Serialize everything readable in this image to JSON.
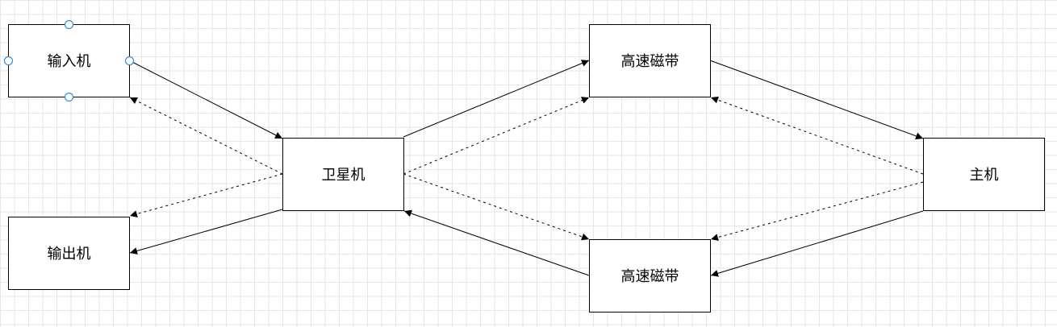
{
  "nodes": {
    "input": {
      "label": "输入机"
    },
    "output": {
      "label": "输出机"
    },
    "satellite": {
      "label": "卫星机"
    },
    "tape_top": {
      "label": "高速磁带"
    },
    "tape_bottom": {
      "label": "高速磁带"
    },
    "host": {
      "label": "主机"
    }
  },
  "edges": [
    {
      "from": "input",
      "to": "satellite",
      "style": "solid"
    },
    {
      "from": "satellite",
      "to": "input",
      "style": "dashed"
    },
    {
      "from": "satellite",
      "to": "output",
      "style": "dashed"
    },
    {
      "from": "satellite",
      "to": "output",
      "style": "solid"
    },
    {
      "from": "satellite",
      "to": "tape_top",
      "style": "solid"
    },
    {
      "from": "satellite",
      "to": "tape_top",
      "style": "dashed"
    },
    {
      "from": "satellite",
      "to": "tape_bottom",
      "style": "dashed"
    },
    {
      "from": "tape_bottom",
      "to": "satellite",
      "style": "solid"
    },
    {
      "from": "tape_top",
      "to": "host",
      "style": "solid"
    },
    {
      "from": "host",
      "to": "tape_top",
      "style": "dashed"
    },
    {
      "from": "host",
      "to": "tape_bottom",
      "style": "dashed"
    },
    {
      "from": "host",
      "to": "tape_bottom",
      "style": "solid"
    }
  ],
  "colors": {
    "stroke": "#000000",
    "node_fill": "#ffffff",
    "selection_handle": "#3d8fd0",
    "grid": "#e6e6e6"
  },
  "selected_node": "input"
}
